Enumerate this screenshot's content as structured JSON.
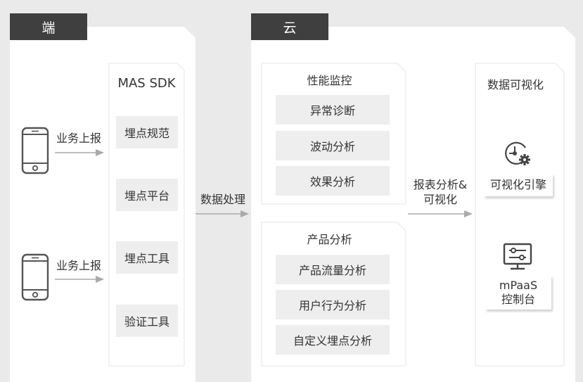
{
  "duan": {
    "tag": "端",
    "rows": [
      {
        "label": "业务上报"
      },
      {
        "label": "业务上报"
      }
    ]
  },
  "sdk": {
    "title": "MAS SDK",
    "items": [
      "埋点规范",
      "埋点平台",
      "埋点工具",
      "验证工具"
    ]
  },
  "process": {
    "label": "数据处理"
  },
  "yun": {
    "tag": "云",
    "perf": {
      "title": "性能监控",
      "items": [
        "异常诊断",
        "波动分析",
        "效果分析"
      ]
    },
    "product": {
      "title": "产品分析",
      "items": [
        "产品流量分析",
        "用户行为分析",
        "自定义埋点分析"
      ]
    },
    "report": {
      "line1": "报表分析&",
      "line2": "可视化"
    },
    "viz": {
      "title": "数据可视化",
      "engine": "可视化引擎",
      "console_line1": "mPaaS",
      "console_line2": "控制台"
    }
  },
  "colors": {
    "tag_bg": "#3f3f3f",
    "panel_bg": "#ffffff",
    "item_bg": "#eeeeee",
    "arrow": "#aaaaaa"
  },
  "icons": [
    "phone-icon",
    "engine-gear-icon",
    "monitor-sliders-icon"
  ]
}
